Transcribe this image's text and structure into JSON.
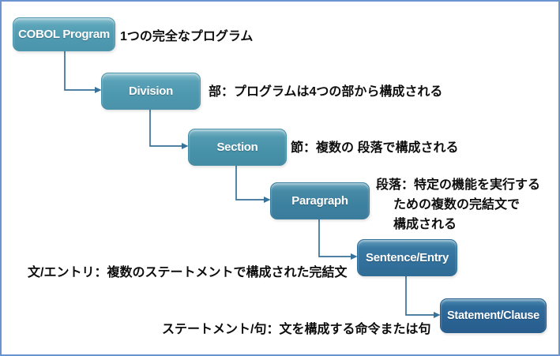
{
  "frame": {
    "border_color": "#6b93cf",
    "background_color": "#ffffff"
  },
  "diagram": {
    "arrow_color": "#38719a",
    "text_color": "#0d0d0d",
    "nodes": [
      {
        "label": "COBOL Program",
        "annotation": "1つの完全なプログラム",
        "color_top": "#8ec3d0",
        "color_bottom": "#4b95ac"
      },
      {
        "label": "Division",
        "annotation": "部：プログラムは4つの部から構成される",
        "color_top": "#8cc0ce",
        "color_bottom": "#4a93aa"
      },
      {
        "label": "Section",
        "annotation": "節：複数の 段落で構成される",
        "color_top": "#84b9c9",
        "color_bottom": "#438ca4"
      },
      {
        "label": "Paragraph",
        "annotation_lines": {
          "0": "段落：特定の機能を実行する",
          "1": "ための複数の完結文で",
          "2": "構成される"
        },
        "color_top": "#74abc1",
        "color_bottom": "#3a7c9b"
      },
      {
        "label": "Sentence/Entry",
        "annotation": "文/エントリ：複数のステートメントで構成された完結文",
        "color_top": "#639dbb",
        "color_bottom": "#2f6c96"
      },
      {
        "label": "Statement/Clause",
        "annotation": "ステートメント/句：文を構成する命令または句",
        "color_top": "#4f8cb0",
        "color_bottom": "#285e8e"
      }
    ]
  }
}
